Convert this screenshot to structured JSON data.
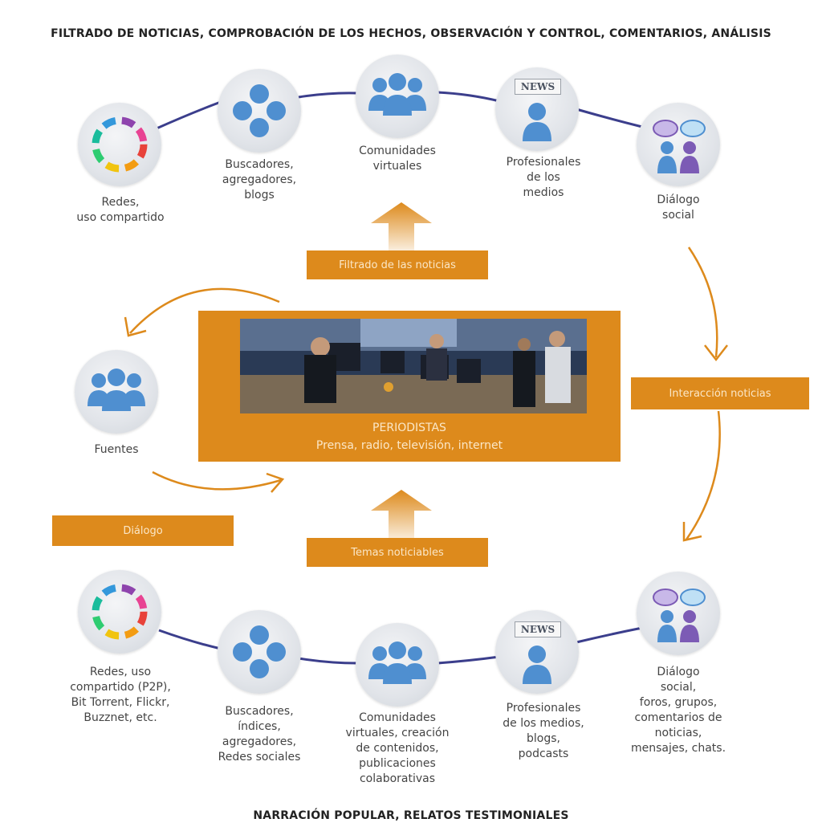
{
  "top_heading": "FILTRADO DE NOTICIAS, COMPROBACIÓN DE LOS HECHOS, OBSERVACIÓN Y CONTROL, COMENTARIOS, ANÁLISIS",
  "bottom_heading": "NARRACIÓN POPULAR, RELATOS TESTIMONIALES",
  "top_row": {
    "redes": "Redes,\nuso compartido",
    "buscadores": "Buscadores,\nagregadores,\nblogs",
    "comunidades": "Comunidades\nvirtuales",
    "profesionales": "Profesionales\nde los\nmedios",
    "dialogo": "Diálogo\nsocial",
    "news_tag": "NEWS"
  },
  "bottom_row": {
    "redes": "Redes, uso\ncompartido (P2P),\nBit Torrent, Flickr,\nBuzznet, etc.",
    "buscadores": "Buscadores,\níndices,\nagregadores,\nRedes sociales",
    "comunidades": "Comunidades\nvirtuales, creación\nde contenidos,\npublicaciones\ncolaborativas",
    "profesionales": "Profesionales\nde los medios,\nblogs,\npodcasts",
    "dialogo": "Diálogo\nsocial,\nforos, grupos,\ncomentarios de\nnoticias,\nmensajes, chats.",
    "news_tag": "NEWS"
  },
  "fuentes_label": "Fuentes",
  "boxes": {
    "filtrado": "Filtrado de las noticias",
    "interaccion": "Interacción noticias",
    "dialogo": "Diálogo",
    "temas": "Temas noticiables"
  },
  "center": {
    "title": "PERIODISTAS",
    "subtitle": "Prensa, radio, televisión, internet"
  },
  "colors": {
    "orange": "#dd8a1c",
    "orange_text": "#fbe7c7",
    "connector": "#3b3e8c",
    "person_blue": "#4f8fd0",
    "person_purple": "#7c5bb5"
  }
}
